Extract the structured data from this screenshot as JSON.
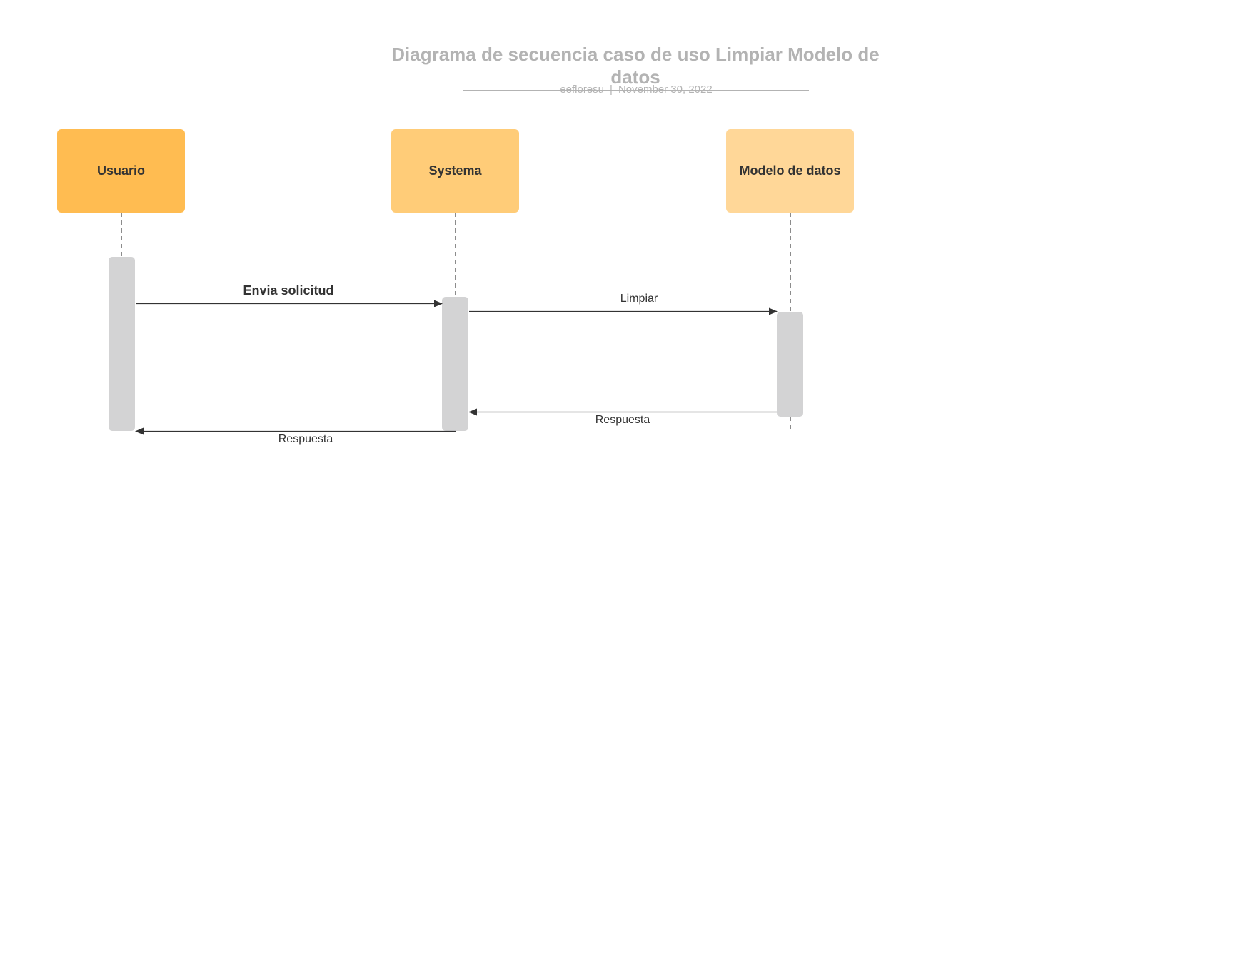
{
  "title": "Diagrama de secuencia caso de uso Limpiar Modelo de datos",
  "subtitle": {
    "author": "eefloresu",
    "separator": "|",
    "date": "November 30, 2022"
  },
  "actors": [
    {
      "label": "Usuario"
    },
    {
      "label": "Systema"
    },
    {
      "label": "Modelo de datos"
    }
  ],
  "messages": [
    {
      "label": "Envia solicitud"
    },
    {
      "label": "Limpiar"
    },
    {
      "label": "Respuesta"
    },
    {
      "label": "Respuesta"
    }
  ],
  "colors": {
    "usuario": "#ffbc51",
    "systema": "#ffcc78",
    "modelo": "#ffd798",
    "activation": "#d3d3d4",
    "title": "#b3b3b3",
    "arrow": "#333333"
  }
}
